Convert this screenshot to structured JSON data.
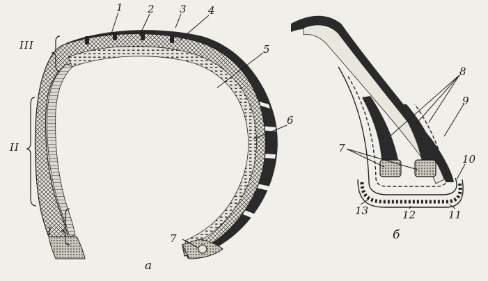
{
  "figure": {
    "part_labels": {
      "left": "а",
      "right": "б"
    },
    "zone_labels": {
      "tread": "III",
      "sidewall": "II",
      "bead": "I"
    },
    "left_numbers": {
      "n1": "1",
      "n2": "2",
      "n3": "3",
      "n4": "4",
      "n5": "5",
      "n6": "6",
      "n7": "7"
    },
    "right_numbers": {
      "n7": "7",
      "n8": "8",
      "n9": "9",
      "n10": "10",
      "n11": "11",
      "n12": "12",
      "n13": "13"
    }
  },
  "colors": {
    "ink": "#1a1a1a",
    "paper": "#f1efe9",
    "dark_rubber": "#2a2a2a"
  }
}
